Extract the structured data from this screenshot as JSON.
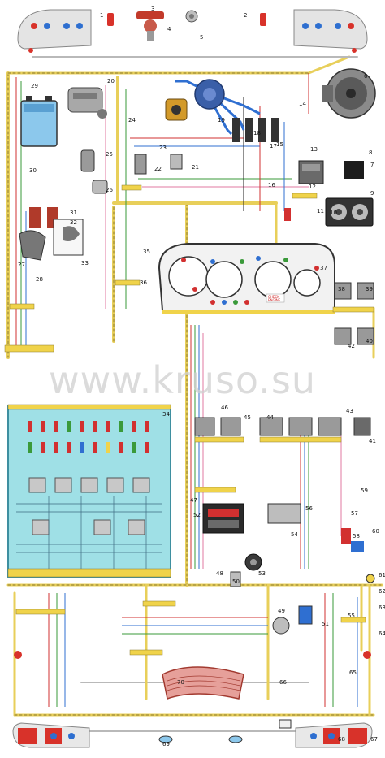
{
  "diagram": {
    "watermark": "www.kruso.su",
    "cluster_text": {
      "line1": "CHECK",
      "line2": "ENGINE"
    },
    "colors": {
      "harness": "#e8cf5a",
      "harness_alt": "#b9b9b9",
      "fuse_box": "#9fe0e6",
      "fuse_box_border": "#3e8fa0",
      "light_fixture": "#e4e4e4",
      "lamp_red": "#d8322a",
      "lamp_blue": "#2e6fd0",
      "battery": "#8cc8ec",
      "ignition_wire": "#2f6fd1",
      "wire_red": "#d23030",
      "wire_blue": "#2f6fd1",
      "wire_green": "#3a9a3a",
      "wire_pink": "#e07aa0",
      "wire_black": "#222222",
      "connector_yellow": "#f0d34a"
    },
    "labels": [
      {
        "id": "1",
        "text": "1"
      },
      {
        "id": "2",
        "text": "2"
      },
      {
        "id": "3",
        "text": "3"
      },
      {
        "id": "4",
        "text": "4"
      },
      {
        "id": "5",
        "text": "5"
      },
      {
        "id": "6",
        "text": "6"
      },
      {
        "id": "7",
        "text": "7"
      },
      {
        "id": "8",
        "text": "8"
      },
      {
        "id": "9",
        "text": "9"
      },
      {
        "id": "10",
        "text": "10"
      },
      {
        "id": "11",
        "text": "11"
      },
      {
        "id": "12",
        "text": "12"
      },
      {
        "id": "13",
        "text": "13"
      },
      {
        "id": "14",
        "text": "14"
      },
      {
        "id": "15",
        "text": "15"
      },
      {
        "id": "16",
        "text": "16"
      },
      {
        "id": "17",
        "text": "17"
      },
      {
        "id": "18",
        "text": "18"
      },
      {
        "id": "19",
        "text": "19"
      },
      {
        "id": "20",
        "text": "20"
      },
      {
        "id": "21",
        "text": "21"
      },
      {
        "id": "22",
        "text": "22"
      },
      {
        "id": "23",
        "text": "23"
      },
      {
        "id": "24",
        "text": "24"
      },
      {
        "id": "25",
        "text": "25"
      },
      {
        "id": "26",
        "text": "26"
      },
      {
        "id": "27",
        "text": "27"
      },
      {
        "id": "28",
        "text": "28"
      },
      {
        "id": "29",
        "text": "29"
      },
      {
        "id": "30",
        "text": "30"
      },
      {
        "id": "31",
        "text": "31"
      },
      {
        "id": "32",
        "text": "32"
      },
      {
        "id": "33",
        "text": "33"
      },
      {
        "id": "34",
        "text": "34"
      },
      {
        "id": "35",
        "text": "35"
      },
      {
        "id": "36",
        "text": "36"
      },
      {
        "id": "37",
        "text": "37"
      },
      {
        "id": "38",
        "text": "38"
      },
      {
        "id": "39",
        "text": "39"
      },
      {
        "id": "40",
        "text": "40"
      },
      {
        "id": "41",
        "text": "41"
      },
      {
        "id": "42",
        "text": "42"
      },
      {
        "id": "43",
        "text": "43"
      },
      {
        "id": "44",
        "text": "44"
      },
      {
        "id": "45",
        "text": "45"
      },
      {
        "id": "46",
        "text": "46"
      },
      {
        "id": "47",
        "text": "47"
      },
      {
        "id": "48",
        "text": "48"
      },
      {
        "id": "49",
        "text": "49"
      },
      {
        "id": "50",
        "text": "50"
      },
      {
        "id": "51",
        "text": "51"
      },
      {
        "id": "52",
        "text": "52"
      },
      {
        "id": "53",
        "text": "53"
      },
      {
        "id": "54",
        "text": "54"
      },
      {
        "id": "55",
        "text": "55"
      },
      {
        "id": "56",
        "text": "56"
      },
      {
        "id": "57",
        "text": "57"
      },
      {
        "id": "58",
        "text": "58"
      },
      {
        "id": "59",
        "text": "59"
      },
      {
        "id": "60",
        "text": "60"
      },
      {
        "id": "61",
        "text": "61"
      },
      {
        "id": "62",
        "text": "62"
      },
      {
        "id": "63",
        "text": "63"
      },
      {
        "id": "64",
        "text": "64"
      },
      {
        "id": "65",
        "text": "65"
      },
      {
        "id": "66",
        "text": "66"
      },
      {
        "id": "67",
        "text": "67"
      },
      {
        "id": "68",
        "text": "68"
      },
      {
        "id": "69",
        "text": "69"
      },
      {
        "id": "70",
        "text": "70"
      }
    ]
  }
}
